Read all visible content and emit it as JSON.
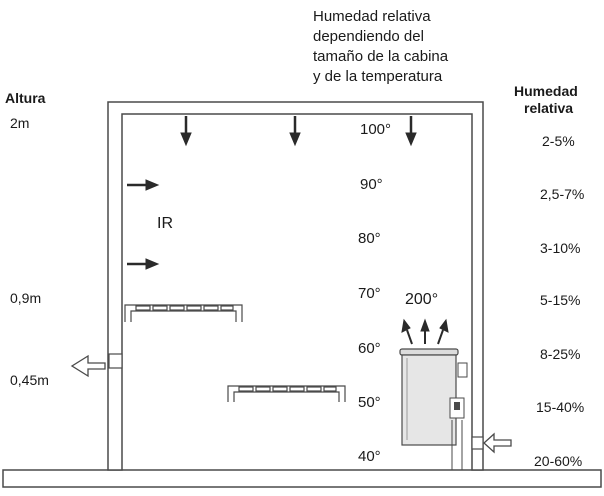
{
  "caption": {
    "lines": [
      "Humedad relativa",
      "dependiendo del",
      "tamaño de la cabina",
      "y de la temperatura"
    ]
  },
  "left_axis": {
    "title": "Altura",
    "labels": [
      "2m",
      "0,9m",
      "0,45m"
    ]
  },
  "right_axis": {
    "title_line1": "Humedad",
    "title_line2": "relativa",
    "values": [
      "2-5%",
      "2,5-7%",
      "3-10%",
      "5-15%",
      "8-25%",
      "15-40%",
      "20-60%"
    ]
  },
  "temperatures": [
    "100°",
    "90°",
    "80°",
    "70°",
    "60°",
    "50°",
    "40°"
  ],
  "ir_label": "IR",
  "heater_temp": "200°",
  "colors": {
    "line": "#4a4a4a",
    "wall_fill": "#ffffff",
    "heater_fill": "#e6e6e6",
    "arrow": "#2a2a2a"
  },
  "icons": {
    "down_arrow": "down-arrow-icon",
    "right_arrow": "right-arrow-icon",
    "up_arrow": "up-arrow-icon",
    "outline_arrow": "outline-arrow-icon"
  }
}
